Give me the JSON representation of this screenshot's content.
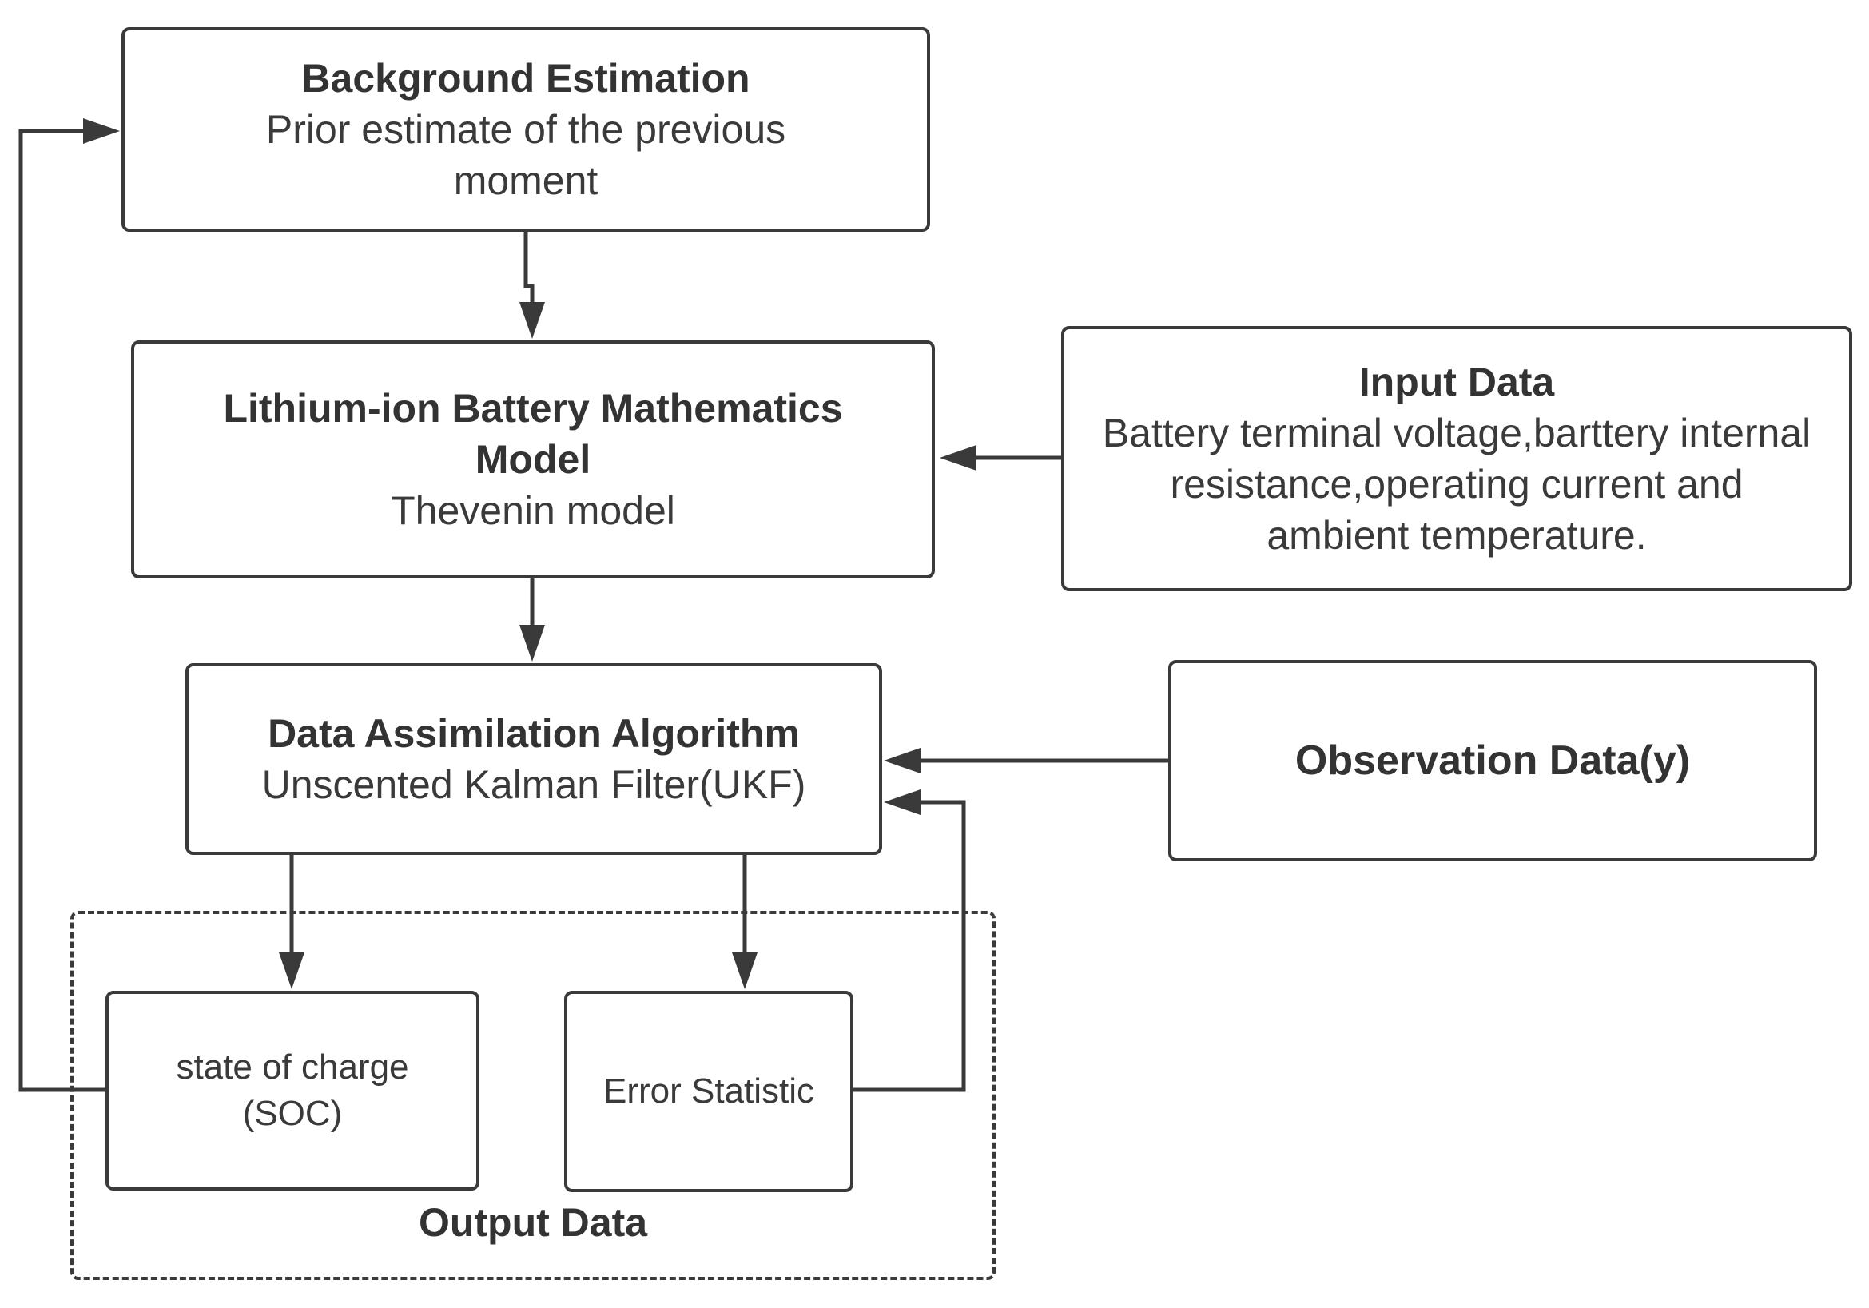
{
  "background_estimation": {
    "title": "Background Estimation",
    "subtitle": "Prior estimate of the previous moment"
  },
  "battery_model": {
    "title": "Lithium-ion Battery Mathematics Model",
    "subtitle": "Thevenin model"
  },
  "input_data": {
    "title": "Input Data",
    "subtitle": "Battery terminal voltage,barttery internal resistance,operating current and ambient temperature."
  },
  "assimilation": {
    "title": "Data Assimilation Algorithm",
    "subtitle": "Unscented Kalman Filter(UKF)"
  },
  "observation": {
    "title": "Observation Data(y)"
  },
  "output_group": {
    "label": "Output Data"
  },
  "soc": {
    "label": "state of charge (SOC)"
  },
  "error_statistic": {
    "label": "Error Statistic"
  },
  "colors": {
    "stroke": "#3a3a3a",
    "background": "#ffffff"
  }
}
